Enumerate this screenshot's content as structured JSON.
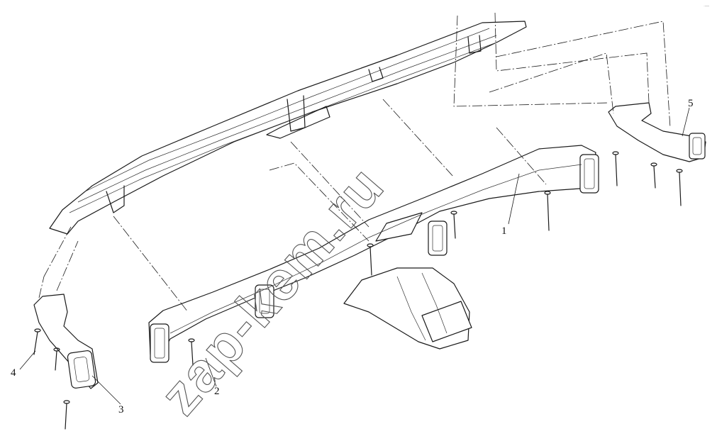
{
  "diagram": {
    "callouts": [
      {
        "id": "1",
        "label": "1"
      },
      {
        "id": "2",
        "label": "2"
      },
      {
        "id": "3",
        "label": "3"
      },
      {
        "id": "4",
        "label": "4"
      },
      {
        "id": "5",
        "label": "5"
      }
    ],
    "watermark": "zap-kem.ru",
    "corner_mark": "·—"
  },
  "colors": {
    "line": "#1a1a1a",
    "background": "#ffffff",
    "watermark": "#555555"
  }
}
